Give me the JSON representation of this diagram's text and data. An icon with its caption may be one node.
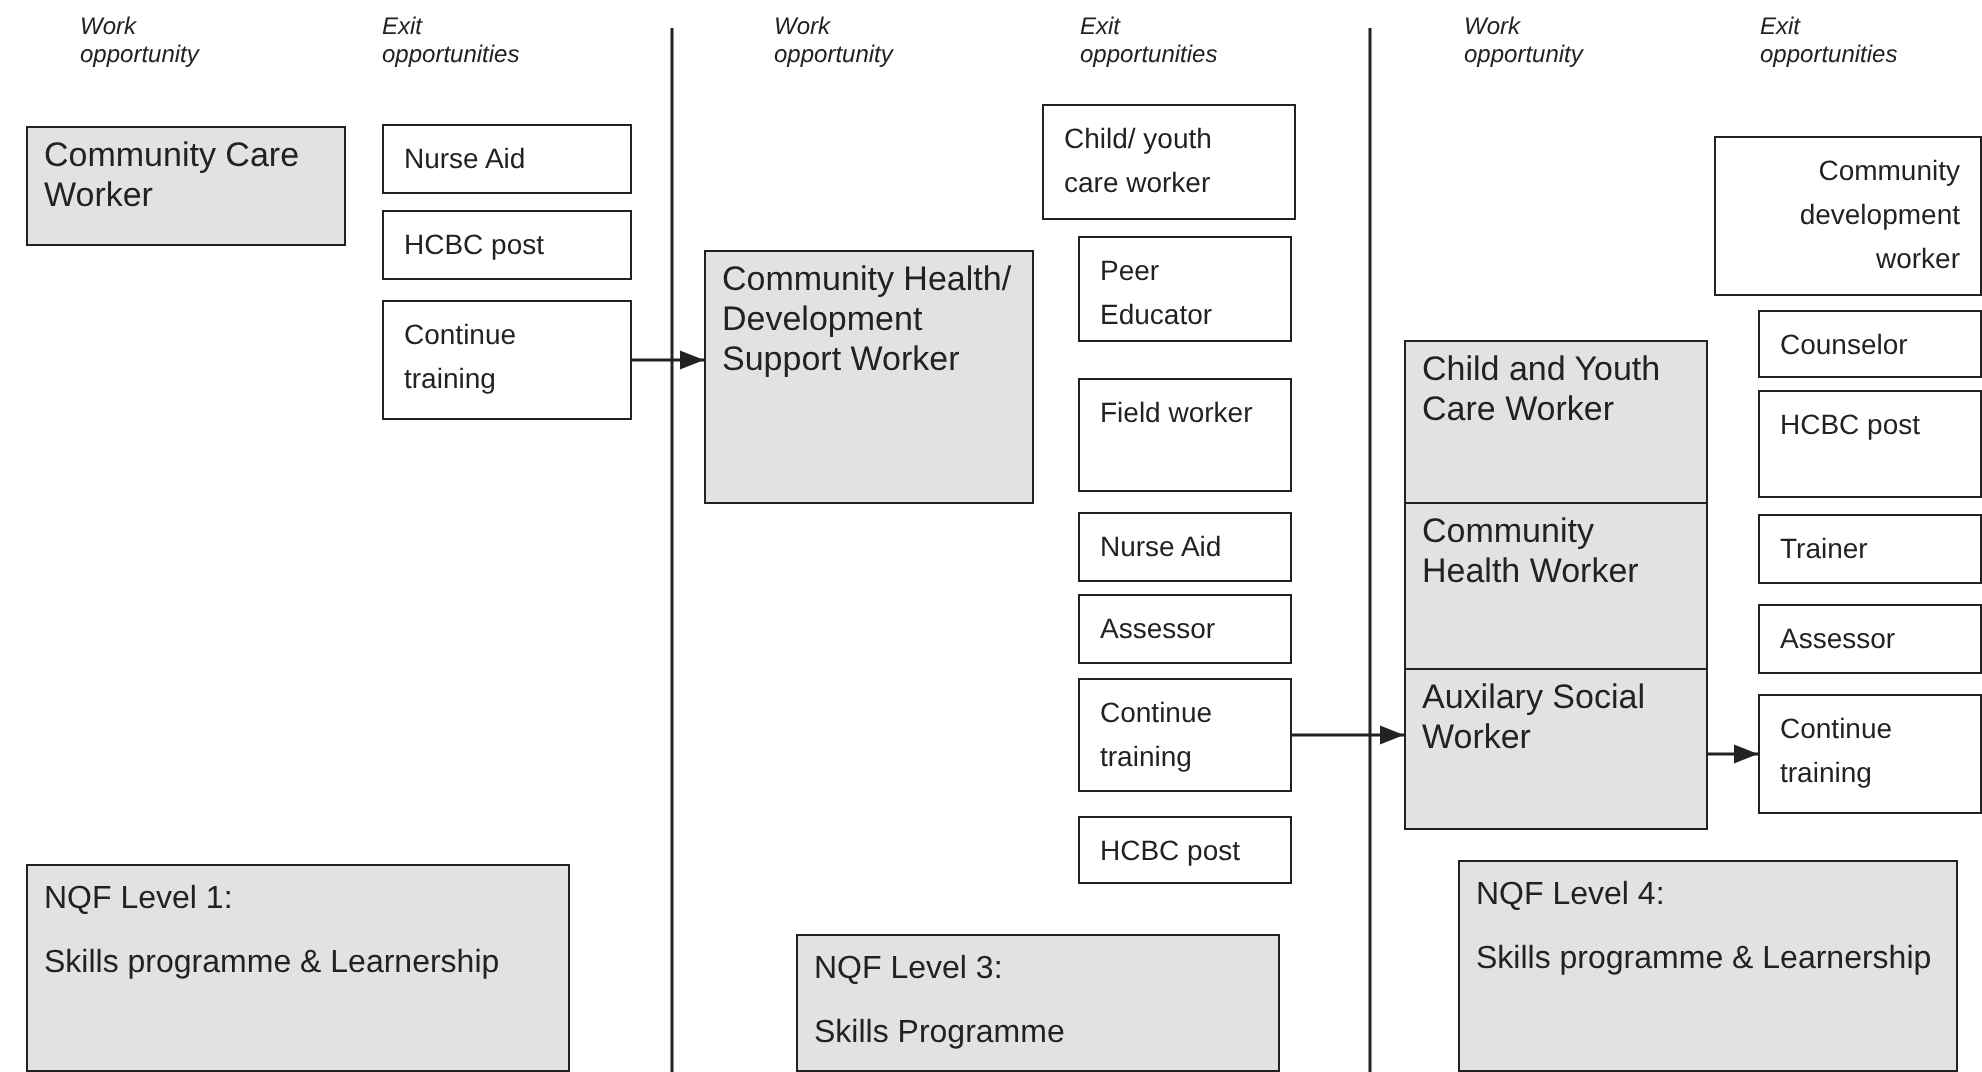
{
  "diagram": {
    "nodes": [
      {
        "text": [
          "Community Care Worker"
        ]
      },
      {
        "text": [
          "Nurse Aid"
        ]
      },
      {
        "text": [
          "HCBC post"
        ]
      },
      {
        "text": [
          "Continue training"
        ]
      },
      {
        "text": [
          "Community Health/ Development Support Worker"
        ]
      },
      {
        "text": [
          "Child/ youth care worker"
        ]
      },
      {
        "text": [
          "Peer Educator"
        ]
      },
      {
        "text": [
          "Field worker"
        ]
      },
      {
        "text": [
          "Nurse Aid"
        ]
      },
      {
        "text": [
          "Assessor"
        ]
      },
      {
        "text": [
          "Continue training"
        ]
      },
      {
        "text": [
          "HCBC post"
        ]
      },
      {
        "text": [
          "Child and Youth Care Worker"
        ]
      },
      {
        "text": [
          "Community Health Worker"
        ]
      },
      {
        "text": [
          "Auxilary Social Worker"
        ]
      },
      {
        "text": [
          "Community development worker"
        ]
      },
      {
        "text": [
          "Counselor"
        ]
      },
      {
        "text": [
          "HCBC post"
        ]
      },
      {
        "text": [
          "Trainer"
        ]
      },
      {
        "text": [
          "Assessor"
        ]
      },
      {
        "text": [
          "Continue training"
        ]
      },
      {
        "text": [
          "NQF Level 1:",
          "Skills programme & Learnership"
        ]
      },
      {
        "text": [
          "NQF Level 3:",
          "Skills Programme"
        ]
      },
      {
        "text": [
          "NQF Level 4:",
          "Skills programme & Learnership"
        ]
      }
    ],
    "edges": [
      {
        "from": 3,
        "to": 4,
        "arrow": "to"
      },
      {
        "from": 10,
        "to": 14,
        "arrow": "to"
      },
      {
        "from": 14,
        "to": 20,
        "arrow": "to"
      }
    ],
    "labels": [
      "Work opportunity",
      "Exit opportunities",
      "Work opportunity",
      "Exit opportunities",
      "Work opportunity",
      "Exit opportunities"
    ]
  }
}
